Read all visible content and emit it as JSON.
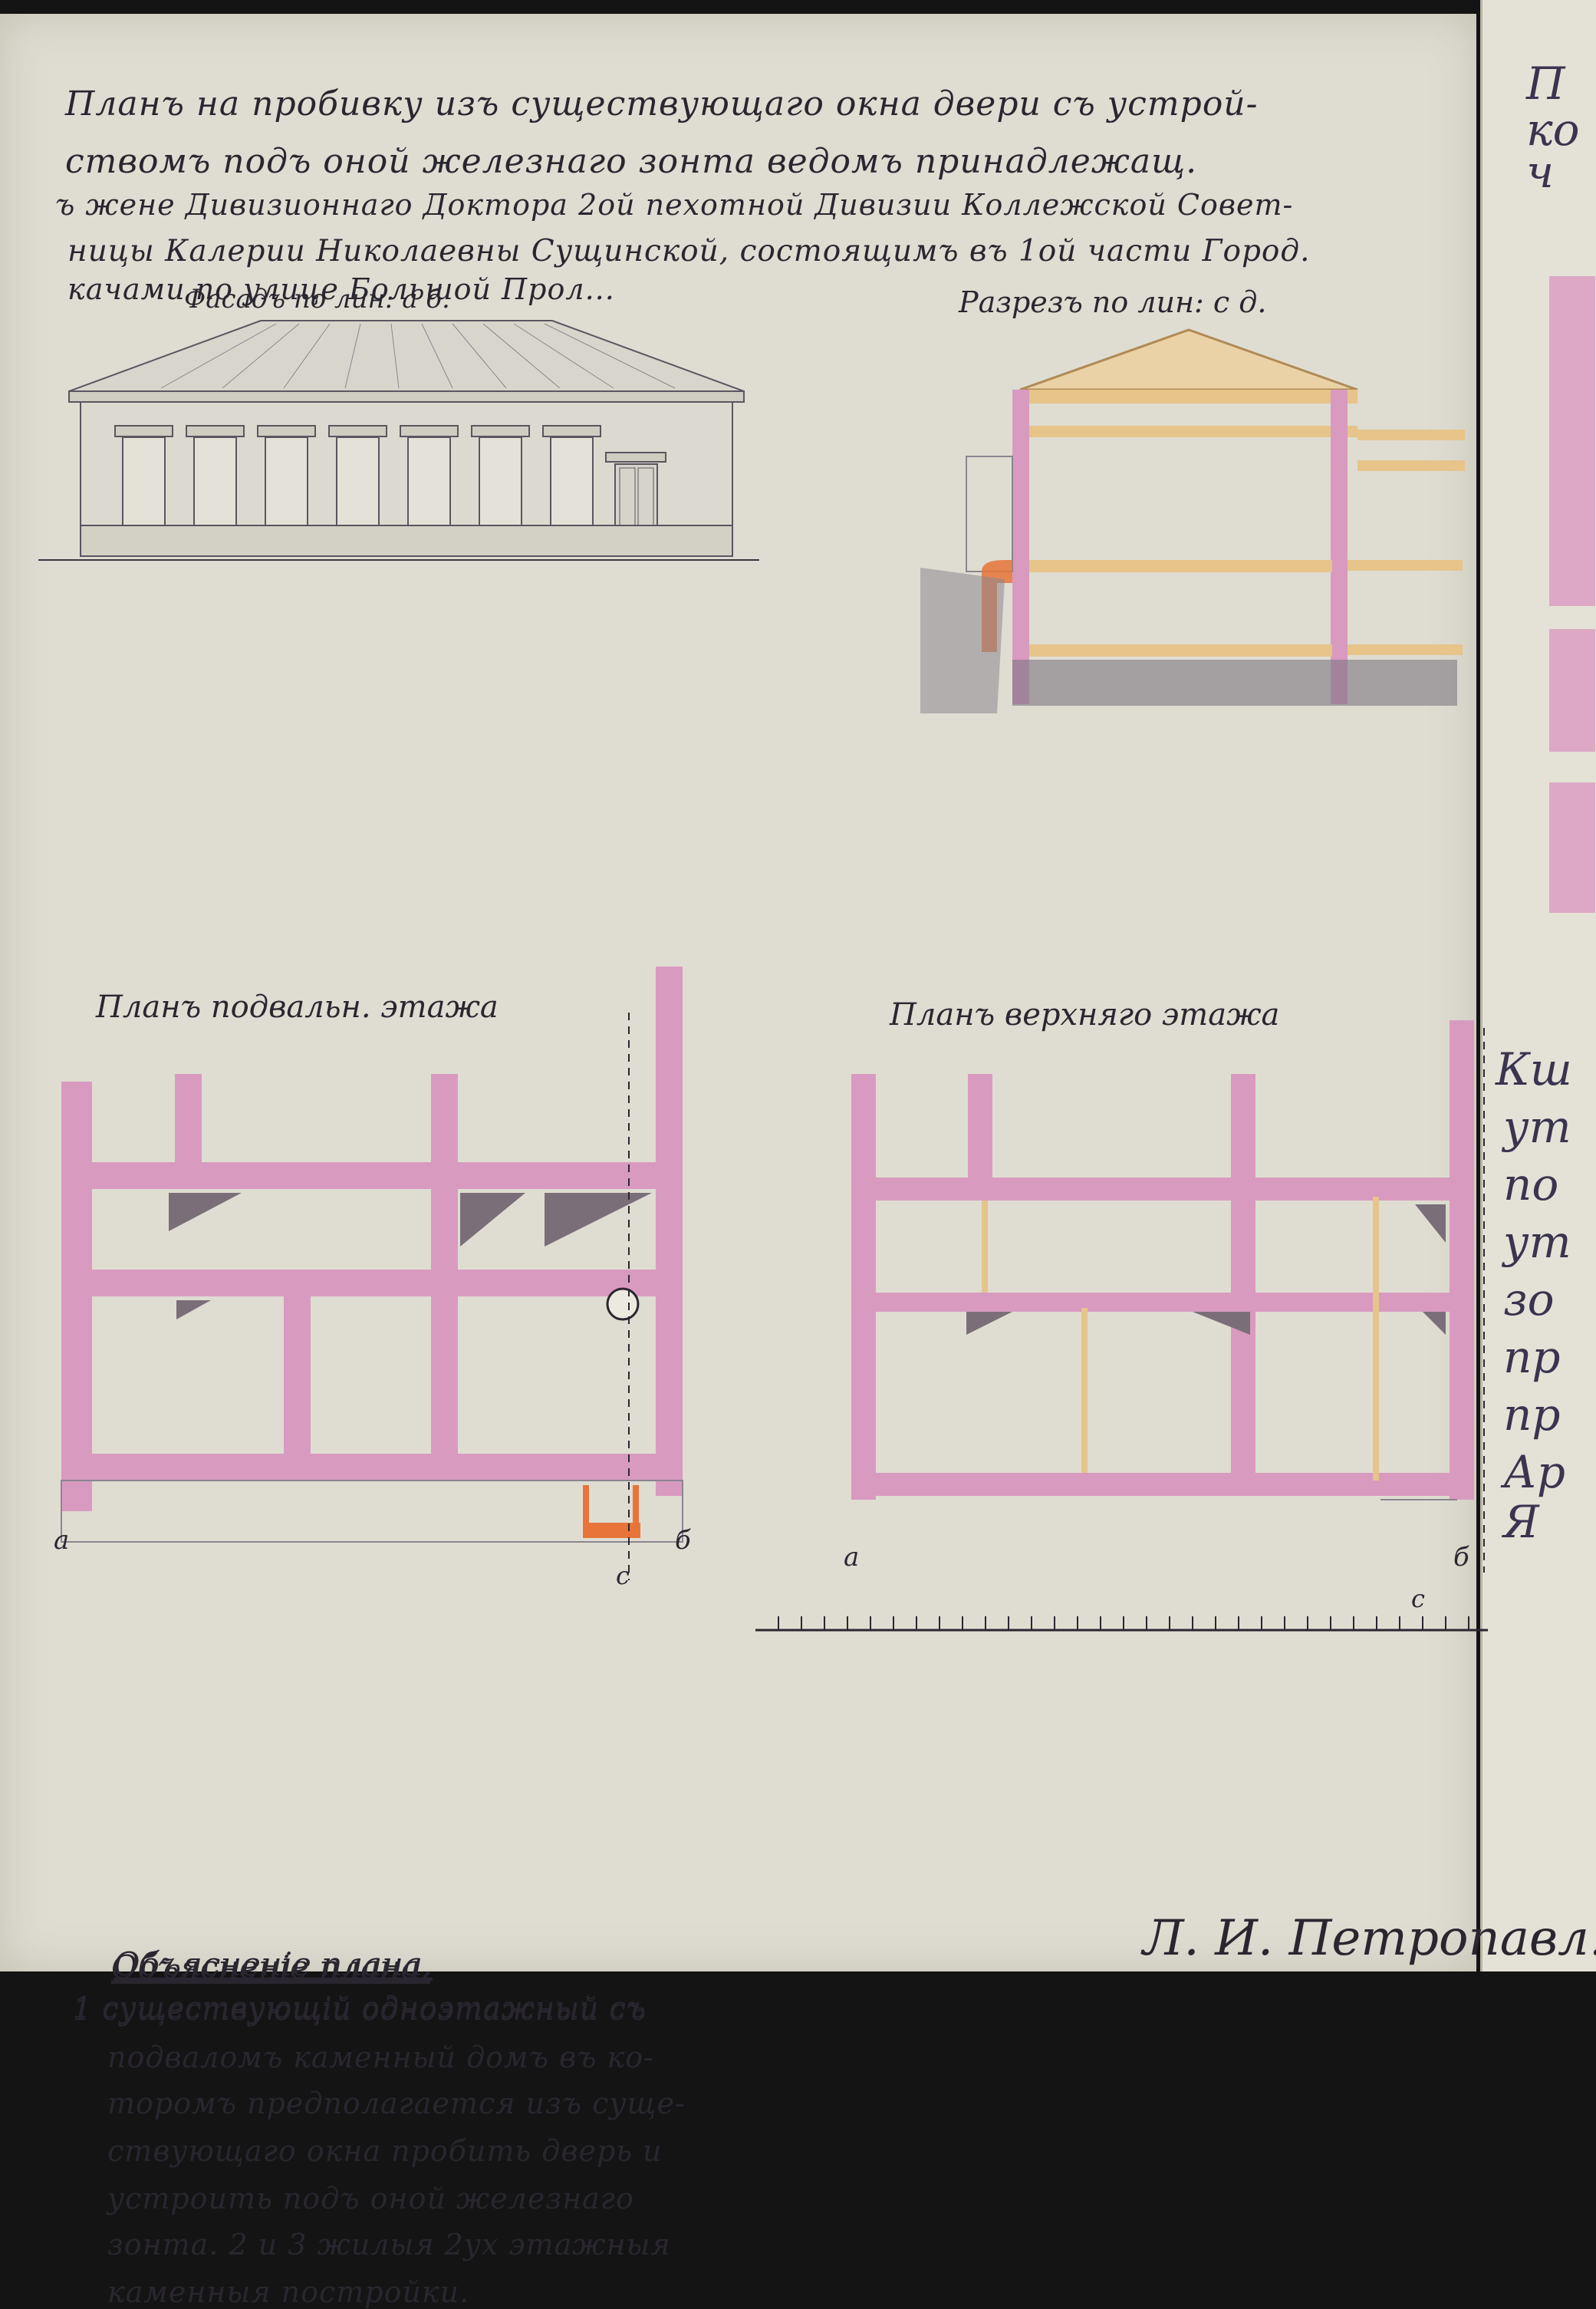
{
  "document": {
    "title_lines": [
      "Планъ на пробивку изъ существующаго окна двери съ устрой-",
      "ствомъ подъ оной железнаго зонта ведомъ принадлежащ.",
      "ъ жене Дивизионнаго Доктора 2ой пехотной Дивизии Коллежской Совет-",
      "ницы Калерии Николаевны Сущинской, состоящимъ въ 1ой части Город.",
      "качами по улице Большой Прол..."
    ],
    "facade_caption": "Фасадъ по лин: а б.",
    "section_caption": "Разрезъ по лин: с д.",
    "basement_plan_caption": "Планъ подвальн. этажа",
    "upper_plan_caption": "Планъ верхняго этажа",
    "legend": {
      "title": "Объясненiе плана.",
      "lines": [
        "1 существующiй одноэтажный съ",
        "подваломъ каменный домъ въ ко-",
        "торомъ предполагается изъ суще-",
        "ствующаго окна пробить дверь и",
        "устроить подъ оной железнаго",
        "зонта. 2 и 3 жилыя 2ух этажныя",
        "каменныя постройки."
      ]
    },
    "signature": "Л. И. Петропавл..."
  },
  "plan_markers": {
    "a": "а",
    "b": "б",
    "c": "с"
  },
  "right_sheet": {
    "top_lines": [
      "П",
      "ко",
      "ч"
    ],
    "margin_lines": [
      "Кш",
      "ут",
      "по",
      "ут",
      "зо",
      "пр",
      "пр",
      "Ар",
      "Я"
    ]
  },
  "colors": {
    "paper": "#dfddd2",
    "wall_pink": "#d99ac0",
    "wood": "#e6c48a",
    "orange": "#e8743a",
    "ink": "#2a2630",
    "shadow": "#7a6f78"
  }
}
